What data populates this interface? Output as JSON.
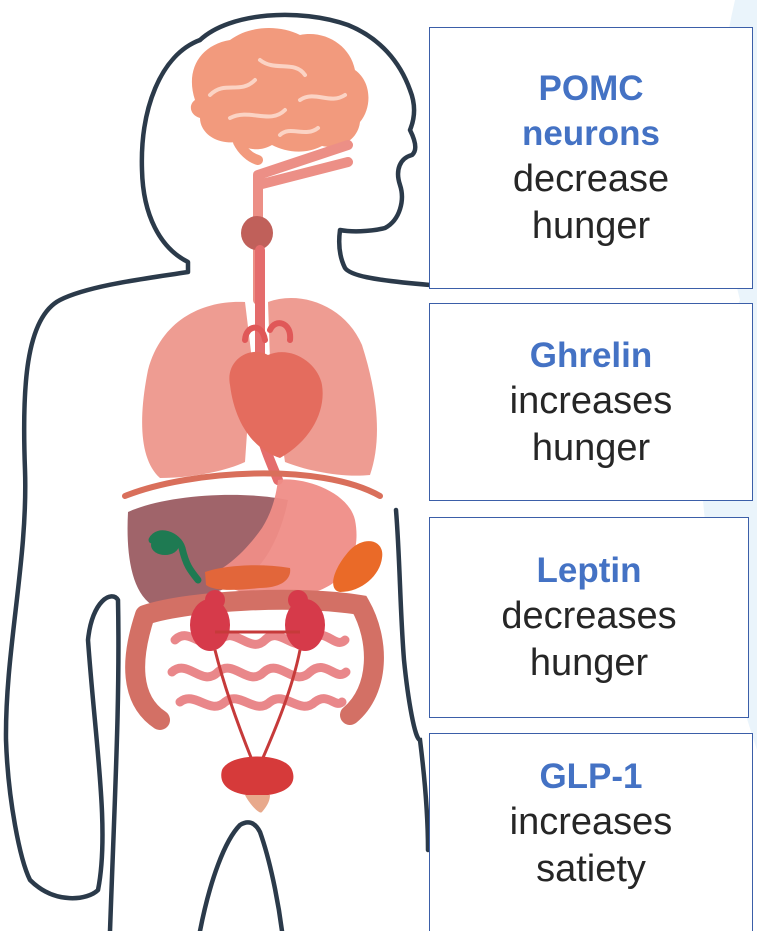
{
  "cards": [
    {
      "title_lines": [
        "POMC",
        "neurons"
      ],
      "desc_lines": [
        "decrease",
        "hunger"
      ]
    },
    {
      "title_lines": [
        "Ghrelin"
      ],
      "desc_lines": [
        "increases",
        "hunger"
      ]
    },
    {
      "title_lines": [
        "Leptin"
      ],
      "desc_lines": [
        "decreases",
        "hunger"
      ]
    },
    {
      "title_lines": [
        "GLP-1"
      ],
      "desc_lines": [
        "increases",
        "satiety"
      ]
    }
  ],
  "colors": {
    "title": "#4472c4",
    "text": "#262626",
    "card_border": "#3b5ea8",
    "body_outline": "#2b3a4a",
    "background_accent": "#eaf4fb",
    "brain": "#f29a7d",
    "lungs": "#ec9186",
    "heart": "#e46c5e",
    "liver": "#a0646a",
    "gallbladder": "#1e7a52",
    "spleen": "#ea6a28",
    "intestines": "#e07e7e",
    "bladder": "#d63a3a"
  },
  "icons": [
    "human-body-silhouette",
    "brain-icon",
    "lungs-icon",
    "heart-icon",
    "liver-icon",
    "stomach-icon",
    "intestines-icon",
    "bladder-icon"
  ]
}
